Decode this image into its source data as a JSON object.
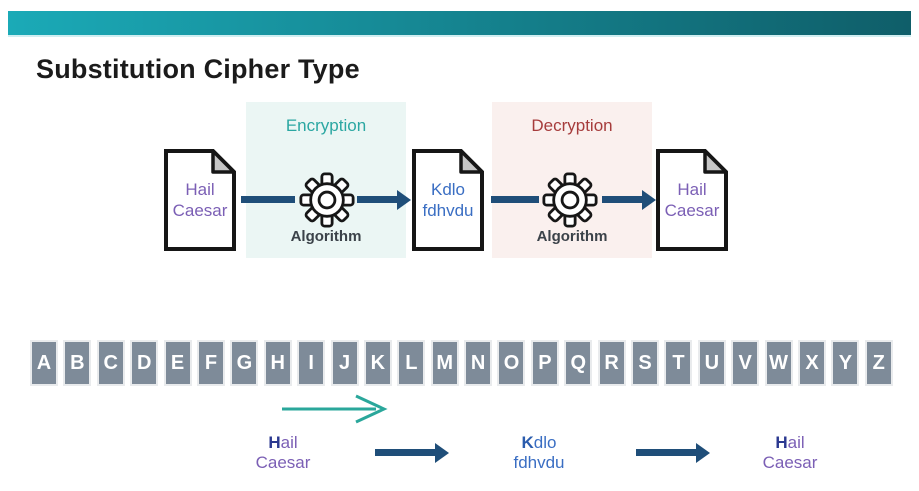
{
  "title": "Substitution Cipher Type",
  "flow": {
    "encryption_label": "Encryption",
    "decryption_label": "Decryption",
    "algorithm_label": "Algorithm",
    "doc_plain_start": {
      "line1": "Hail",
      "line2": "Caesar"
    },
    "doc_cipher": {
      "line1": "Kdlo",
      "line2": "fdhvdu"
    },
    "doc_plain_end": {
      "line1": "Hail",
      "line2": "Caesar"
    }
  },
  "alphabet": [
    "A",
    "B",
    "C",
    "D",
    "E",
    "F",
    "G",
    "H",
    "I",
    "J",
    "K",
    "L",
    "M",
    "N",
    "O",
    "P",
    "Q",
    "R",
    "S",
    "T",
    "U",
    "V",
    "W",
    "X",
    "Y",
    "Z"
  ],
  "example": {
    "plain_start": {
      "lead": "H",
      "rest": "ail",
      "line2": "Caesar"
    },
    "cipher": {
      "lead": "K",
      "rest": "dlo",
      "line2": "fdhvdu"
    },
    "plain_end": {
      "lead": "H",
      "rest": "ail",
      "line2": "Caesar"
    }
  },
  "icons": {
    "gear": "gear-icon",
    "document": "document-icon",
    "arrow_right_navy": "arrow-right-icon",
    "arrow_right_teal": "shift-arrow-icon"
  },
  "colors": {
    "bar_gradient_start": "#1BAAB7",
    "bar_gradient_end": "#0F5E69",
    "title_text": "#1B1B1B",
    "encryption_bg": "#EBF6F4",
    "encryption_text": "#2BA7A2",
    "decryption_bg": "#FAF0EE",
    "decryption_text": "#A63C3C",
    "algorithm_text": "#3B4249",
    "arrow_navy": "#1F4E79",
    "arrow_teal": "#2AA79B",
    "plain_text_purple": "#7B5FB5",
    "cipher_text_blue": "#3A6EC3",
    "lead_plain": "#2B3990",
    "lead_cipher": "#2B5CAD",
    "alphabet_box_bg": "#7E8B99",
    "alphabet_letter": "#FFFFFF"
  }
}
